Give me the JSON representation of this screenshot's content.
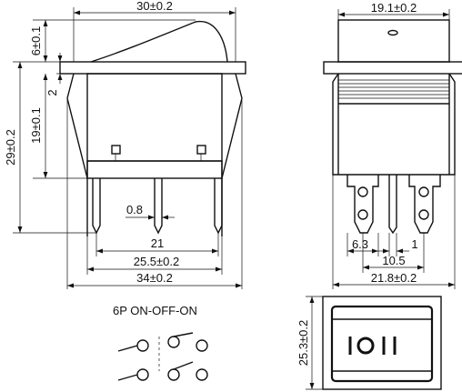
{
  "side_view": {
    "dim_top_width": "30±0.2",
    "dim_actuator_height": "6±0.1",
    "dim_bezel": "2",
    "dim_body_height": "19±0.1",
    "dim_total_height": "29±0.2",
    "dim_terminal_thickness": "0.8",
    "dim_outer_terminal_span": "21",
    "dim_housing_width": "25.5±0.2",
    "dim_overall_width": "34±0.2"
  },
  "front_view": {
    "dim_top_width": "19.1±0.2",
    "dim_terminal_width": "6.3",
    "dim_terminal_gap": "1",
    "dim_terminal_pitch": "10.5",
    "dim_housing_width": "21.8±0.2"
  },
  "schematic": {
    "title": "6P  ON-OFF-ON"
  },
  "top_view": {
    "dim_height": "25.3±0.2"
  }
}
